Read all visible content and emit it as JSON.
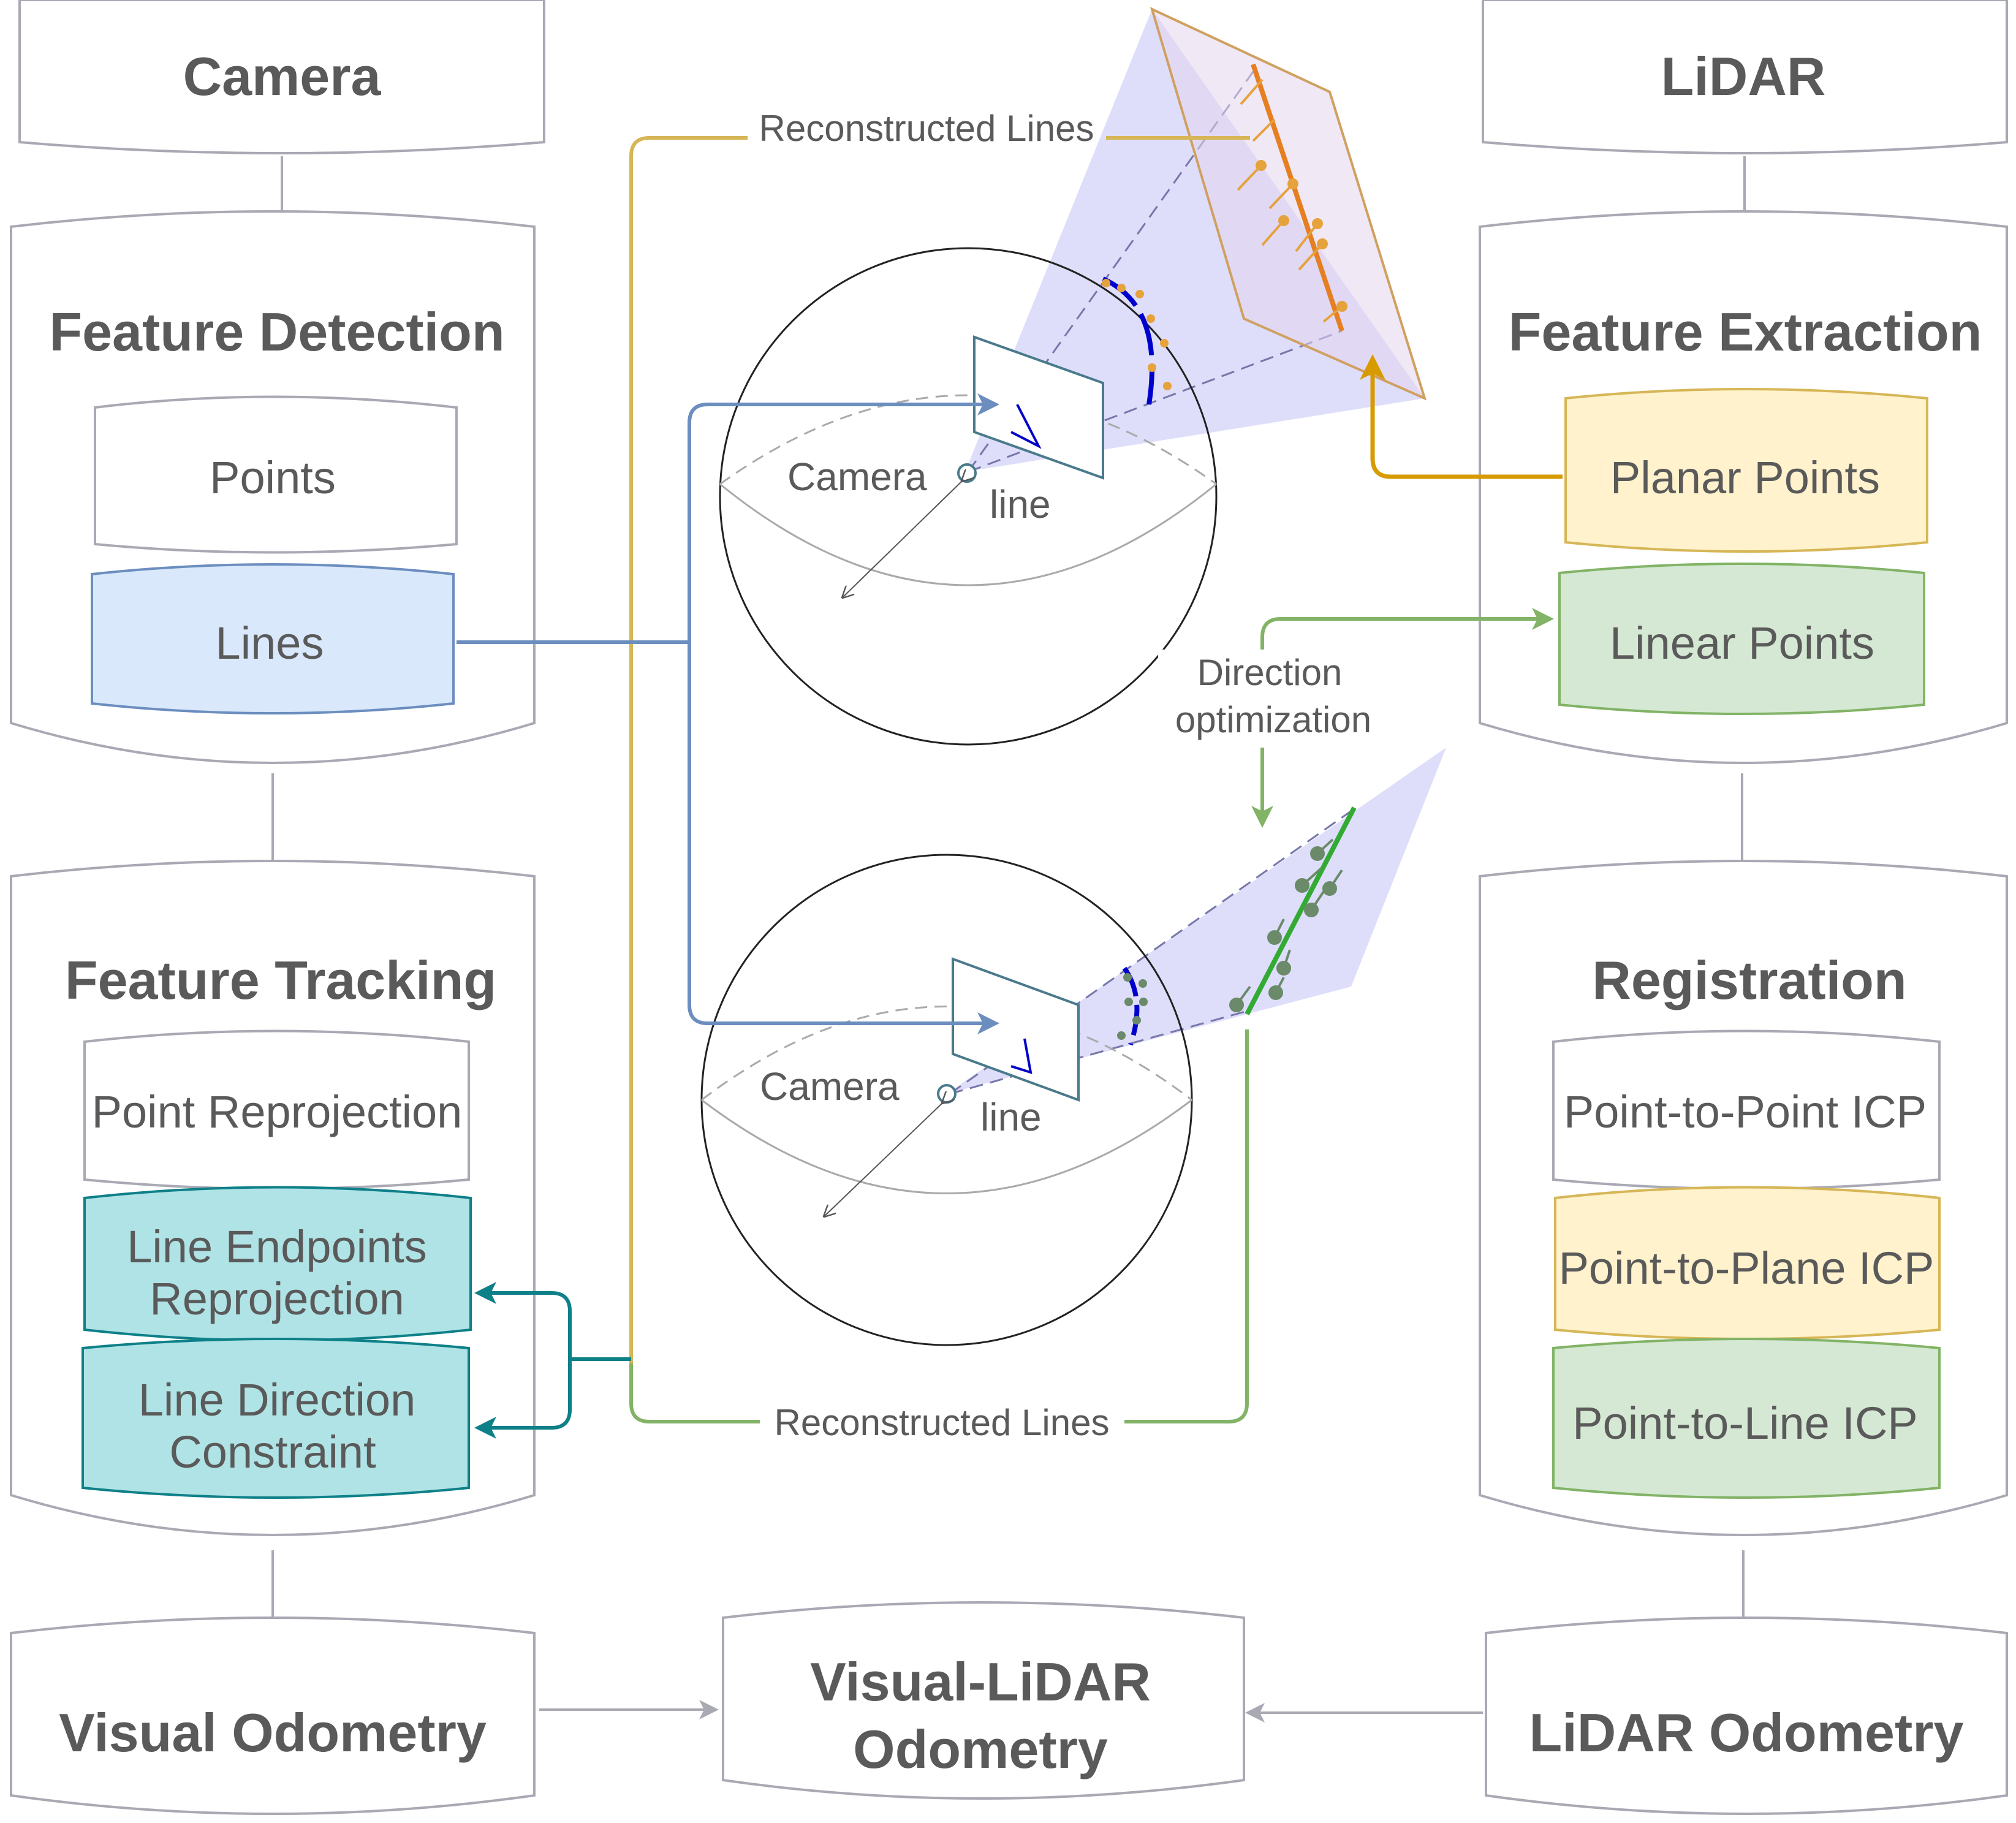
{
  "left": {
    "camera": "Camera",
    "detection": {
      "title": "Feature Detection",
      "points": "Points",
      "lines": "Lines"
    },
    "tracking": {
      "title": "Feature Tracking",
      "point_reprojection": "Point Reprojection",
      "endpoints_l1": "Line Endpoints",
      "endpoints_l2": "Reprojection",
      "direction_l1": "Line Direction",
      "direction_l2": "Constraint"
    },
    "visual_odometry": "Visual Odometry"
  },
  "right": {
    "lidar": "LiDAR",
    "extraction": {
      "title": "Feature Extraction",
      "planar": "Planar Points",
      "linear": "Linear Points"
    },
    "registration": {
      "title": "Registration",
      "p2p": "Point-to-Point ICP",
      "p2plane": "Point-to-Plane ICP",
      "p2line": "Point-to-Line ICP"
    },
    "lidar_odometry": "LiDAR Odometry"
  },
  "center": {
    "vlo_l1": "Visual-LiDAR",
    "vlo_l2": "Odometry",
    "reconstructed_top": "Reconstructed Lines",
    "reconstructed_bottom": "Reconstructed Lines",
    "direction_l1": "Direction",
    "direction_l2": "optimization",
    "sphere_top": {
      "camera": "Camera",
      "line": "line"
    },
    "sphere_bottom": {
      "camera": "Camera",
      "line": "line"
    }
  },
  "colors": {
    "box_stroke": "#a9a9b4",
    "text": "#5a5a5a",
    "lines_fill": "#dae8fc",
    "lines_stroke": "#6c8ebf",
    "planar_fill": "#fff2cc",
    "planar_stroke": "#d6b656",
    "linear_fill": "#d5e8d4",
    "linear_stroke": "#82b366",
    "teal_fill": "#b0e3e6",
    "teal_stroke": "#0e8088",
    "gold_arrow": "#d79b00",
    "gold_line": "#d6b656",
    "green_line": "#82b366",
    "blue_arrow": "#6c8ebf"
  }
}
